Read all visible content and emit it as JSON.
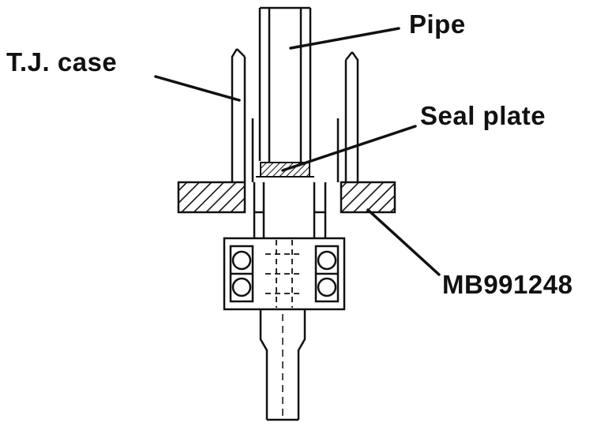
{
  "figure": {
    "type": "technical-cross-section-diagram",
    "background_color": "#ffffff",
    "ink_color": "#111111",
    "labels": {
      "tj_case": "T.J. case",
      "pipe": "Pipe",
      "seal_plate": "Seal plate",
      "tool": "MB991248"
    }
  }
}
